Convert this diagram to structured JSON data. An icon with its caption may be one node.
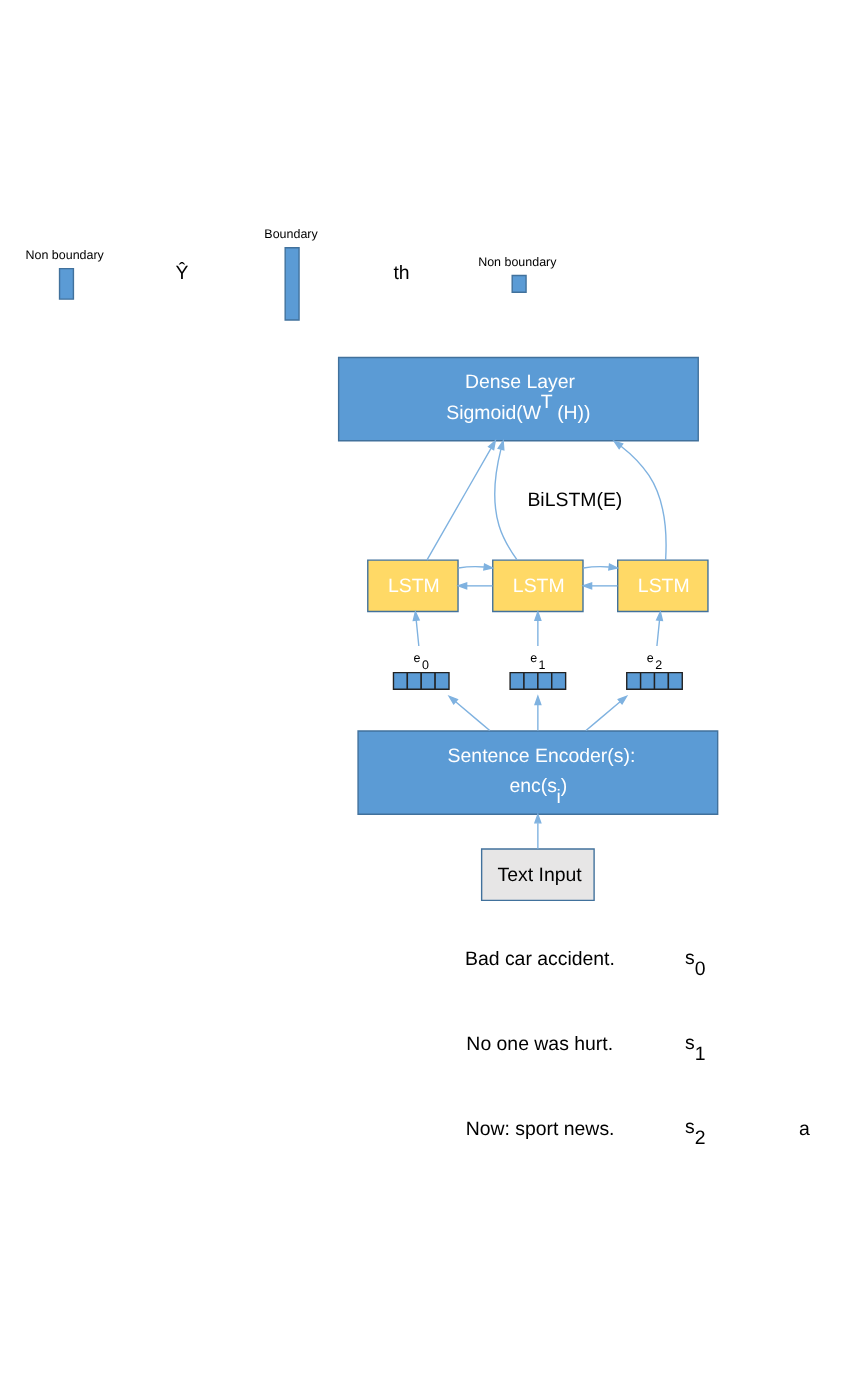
{
  "diagram": {
    "nodes": [
      {
        "text": [
          "Dense Layer",
          "Sigmoid(W$^{T}$ (H))"
        ]
      },
      {
        "text": [
          "LSTM"
        ]
      },
      {
        "text": [
          "LSTM"
        ]
      },
      {
        "text": [
          "LSTM"
        ]
      },
      {
        "text": [],
        "shape": "bar",
        "beside": [
          "e$_{0}$"
        ]
      },
      {
        "text": [],
        "shape": "bar",
        "beside": [
          "e$_{1}$"
        ]
      },
      {
        "text": [],
        "shape": "bar",
        "beside": [
          "e$_{2}$"
        ]
      },
      {
        "text": [
          "Sentence Encoder(s):",
          "enc(s$_{i}$)"
        ]
      },
      {
        "text": [
          "Text Input"
        ]
      },
      {
        "text": [],
        "shape": "bar",
        "beside": [
          "Non boundary"
        ]
      },
      {
        "text": [],
        "shape": "bar",
        "beside": [
          "Non boundary"
        ]
      },
      {
        "text": [],
        "shape": "bar",
        "beside": [
          "Boundary"
        ]
      }
    ],
    "edges": [
      {
        "from": 8,
        "to": 7,
        "arrow": "to"
      },
      {
        "from": 7,
        "to": 4,
        "arrow": "to"
      },
      {
        "from": 7,
        "to": 5,
        "arrow": "to"
      },
      {
        "from": 7,
        "to": 6,
        "arrow": "to"
      },
      {
        "from": 4,
        "to": 1,
        "arrow": "to"
      },
      {
        "from": 5,
        "to": 2,
        "arrow": "to"
      },
      {
        "from": 6,
        "to": 3,
        "arrow": "to"
      },
      {
        "from": 1,
        "to": 2,
        "arrow": "to"
      },
      {
        "from": 2,
        "to": 1,
        "arrow": "to"
      },
      {
        "from": 2,
        "to": 3,
        "arrow": "to"
      },
      {
        "from": 3,
        "to": 2,
        "arrow": "to"
      },
      {
        "from": 1,
        "to": 0,
        "arrow": "to"
      },
      {
        "from": 2,
        "to": 0,
        "arrow": "to"
      },
      {
        "from": 3,
        "to": 0,
        "arrow": "to"
      }
    ],
    "labels": [
      "Ŷ",
      "th",
      "BiLSTM(E)",
      "s$_{0}$",
      "Bad car accident.",
      "s$_{1}$",
      "No one was hurt.",
      "a",
      "s$_{2}$",
      "Now: sport news."
    ]
  }
}
